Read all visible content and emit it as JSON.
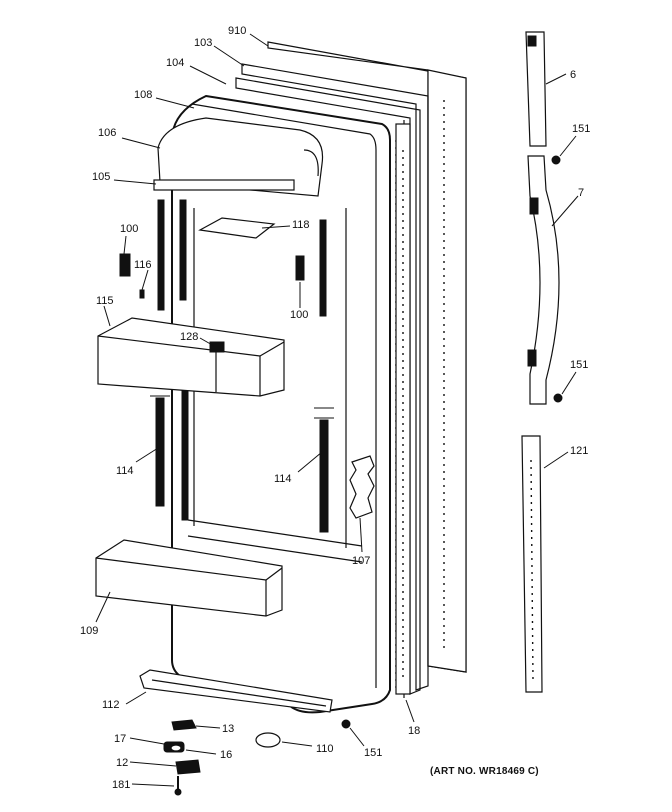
{
  "art_number": "(ART NO. WR18469 C)",
  "callouts": {
    "c910": "910",
    "c103": "103",
    "c104": "104",
    "c108": "108",
    "c106": "106",
    "c105": "105",
    "c118": "118",
    "c100a": "100",
    "c116": "116",
    "c100b": "100",
    "c115": "115",
    "c128": "128",
    "c114a": "114",
    "c114b": "114",
    "c107": "107",
    "c109": "109",
    "c112": "112",
    "c13": "13",
    "c17": "17",
    "c16": "16",
    "c12": "12",
    "c181": "181",
    "c110": "110",
    "c151c": "151",
    "c18": "18",
    "c6": "6",
    "c151a": "151",
    "c7": "7",
    "c151b": "151",
    "c121": "121"
  }
}
